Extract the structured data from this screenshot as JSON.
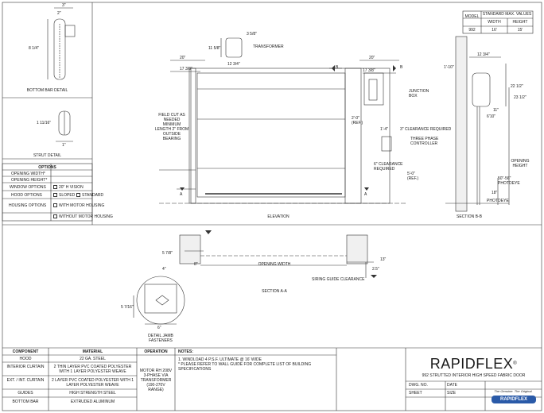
{
  "spec_table": {
    "col_model": "MODEL",
    "col_standard": "STANDARD MAX. VALUES",
    "col_width": "WIDTH",
    "col_height": "HEIGHT",
    "model": "992",
    "width": "16'",
    "height": "15'"
  },
  "bottom_bar": {
    "title": "BOTTOM BAR DETAIL",
    "dim_top": "3\"",
    "dim_inner": "2\"",
    "dim_side": "8 1/4\""
  },
  "strut": {
    "title": "STRUT DETAIL",
    "dim_h": "1 11/16\"",
    "dim_w": "1\""
  },
  "options": {
    "title": "OPTIONS",
    "opening_width": "OPENING WIDTH*",
    "opening_height": "OPENING HEIGHT*",
    "window_label": "WINDOW OPTIONS",
    "window_choice": "20\" H VISION",
    "hood_label": "HOOD OPTIONS",
    "hood_sloped": "SLOPED",
    "hood_standard": "STANDARD",
    "housing_label": "HOUSING OPTIONS",
    "housing_with": "WITH MOTOR HOUSING",
    "housing_without": "WITHOUT MOTOR HOUSING"
  },
  "elevation": {
    "title": "ELEVATION",
    "transformer": "TRANSFORMER",
    "dim_358": "3 5/8\"",
    "dim_1158": "11 5/8\"",
    "dim_1234": "12 3/4\"",
    "dim_20_left": "20\"",
    "dim_20_right": "20\"",
    "dim_1738_left": "17 3/8\"",
    "dim_1738_right": "17 3/8\"",
    "junction_box": "JUNCTION BOX",
    "field_cut": "FIELD CUT AS NEEDED MINIMUM LENGTH 2\" FROM OUTSIDE BEARING",
    "ref_20": "2'-0\" (REF.)",
    "clearance_3": "3\" CLEARANCE REQUIRED",
    "dim_114": "1'-4\"",
    "three_phase": "THREE PHASE CONTROLLER",
    "clearance_6": "6\" CLEARANCE REQUIRED",
    "ref_50": "5'-0\" (REF.)",
    "marker_b": "B",
    "marker_a": "A"
  },
  "section_bb": {
    "title": "SECTION B-B",
    "dim_1234": "12 3/4\"",
    "dim_110": "1'-10\"",
    "dim_2212": "22 1/2\"",
    "dim_2312": "23 1/2\"",
    "dim_11": "11\"",
    "dim_610": "6'10\"",
    "opening_height": "OPENING HEIGHT",
    "photoeye_dim": "50\"-56\" PHOTOEYE",
    "dim_18": "18\"",
    "photoeye": "PHOTOEYE"
  },
  "section_aa": {
    "title": "SECTION A-A",
    "opening_width": "OPENING WIDTH",
    "dim_578": "5 7/8\"",
    "dim_8": "8\"",
    "dim_13": "13\"",
    "dim_25": "2.5\"",
    "clearance": "SIRING GUIDE CLEARANCE"
  },
  "jamb": {
    "title": "DETAIL JAMB FASTENERS",
    "dim_4": "4\"",
    "dim_5716": "5 7/16\"",
    "dim_6": "6\""
  },
  "components": {
    "headers": [
      "COMPONENT",
      "MATERIAL",
      "OPERATION",
      "NOTES:"
    ],
    "rows": [
      {
        "component": "HOOD",
        "material": "22 GA. STEEL"
      },
      {
        "component": "INTERIOR CURTAIN",
        "material": "2 THIN LAYER PVC COATED POLYESTER WITH 1 LAYER POLYESTER WEAVE"
      },
      {
        "component": "EXT. / INT. CURTAIN",
        "material": "2 LAYER PVC COATED POLYESTER WITH 1 LAYER POLYESTER WEAVE"
      },
      {
        "component": "GUIDES",
        "material": "HIGH STRENGTH STEEL"
      },
      {
        "component": "BOTTOM BAR",
        "material": "EXTRUDED ALUMINUM"
      }
    ],
    "operation": "MOTOR RH 208V 3-PHASE VIA TRANSFORMER (190-270V RANGE)",
    "note1": "1. WINDLOAD 4 P.S.F. ULTIMATE @ 16' WIDE",
    "note2": "* PLEASE REFER TO WALL GUIDE FOR COMPLETE LIST OF BUILDING SPECIFICATIONS"
  },
  "title_block": {
    "brand": "RAPIDFLEX",
    "reg": "®",
    "subtitle": "992 STRUTTED INTERIOR HIGH SPEED FABRIC DOOR",
    "dwg_no": "DWG. NO.",
    "date": "DATE",
    "sheet": "SHEET",
    "size": "SIZE",
    "tagline": "The Genuine. The Original.",
    "logo": "RAPIDFLEX"
  }
}
